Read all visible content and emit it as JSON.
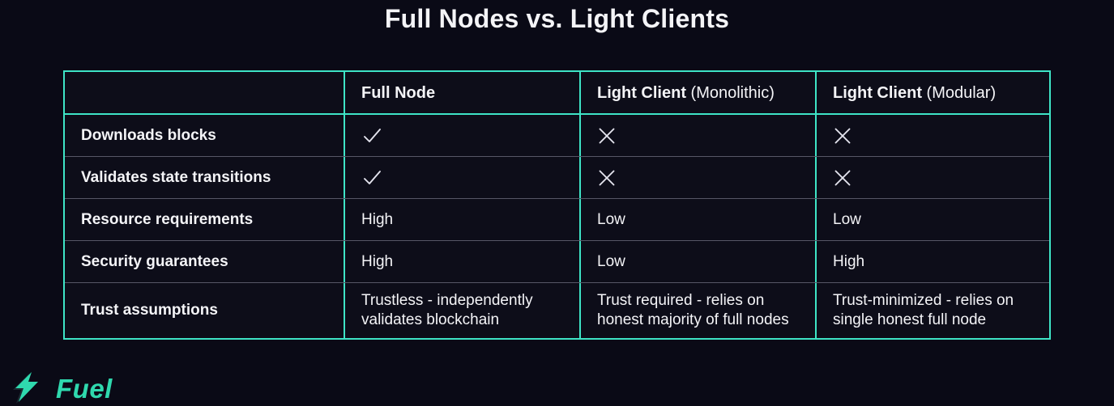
{
  "page": {
    "title": "Full Nodes vs. Light Clients",
    "background": "#0a0a16"
  },
  "colors": {
    "accent_teal": "#3ee4c6",
    "row_divider": "#565666",
    "text": "#f4f4f7",
    "mark": "#e4e4ee",
    "logo_teal": "#2fd9ae"
  },
  "table": {
    "header": [
      {
        "bold": "",
        "normal": ""
      },
      {
        "bold": "Full Node",
        "normal": ""
      },
      {
        "bold": "Light Client",
        "normal": " (Monolithic)"
      },
      {
        "bold": "Light Client",
        "normal": " (Modular)"
      }
    ],
    "rows": [
      {
        "label": "Downloads blocks",
        "cells": [
          {
            "icon": "check"
          },
          {
            "icon": "cross"
          },
          {
            "icon": "cross"
          }
        ]
      },
      {
        "label": "Validates state transitions",
        "cells": [
          {
            "icon": "check"
          },
          {
            "icon": "cross"
          },
          {
            "icon": "cross"
          }
        ]
      },
      {
        "label": "Resource requirements",
        "cells": [
          {
            "text": "High"
          },
          {
            "text": "Low"
          },
          {
            "text": "Low"
          }
        ]
      },
      {
        "label": "Security guarantees",
        "cells": [
          {
            "text": "High"
          },
          {
            "text": "Low"
          },
          {
            "text": "High"
          }
        ]
      },
      {
        "label": "Trust assumptions",
        "cells": [
          {
            "text": "Trustless - independently validates blockchain"
          },
          {
            "text": "Trust required - relies on honest majority of full nodes"
          },
          {
            "text": "Trust-minimized - relies on single honest full node"
          }
        ]
      }
    ],
    "icon_names": {
      "check": "check-icon",
      "cross": "cross-icon"
    }
  },
  "footer": {
    "logo_text": "Fuel",
    "logo_icon": "lightning-bolt-icon"
  }
}
